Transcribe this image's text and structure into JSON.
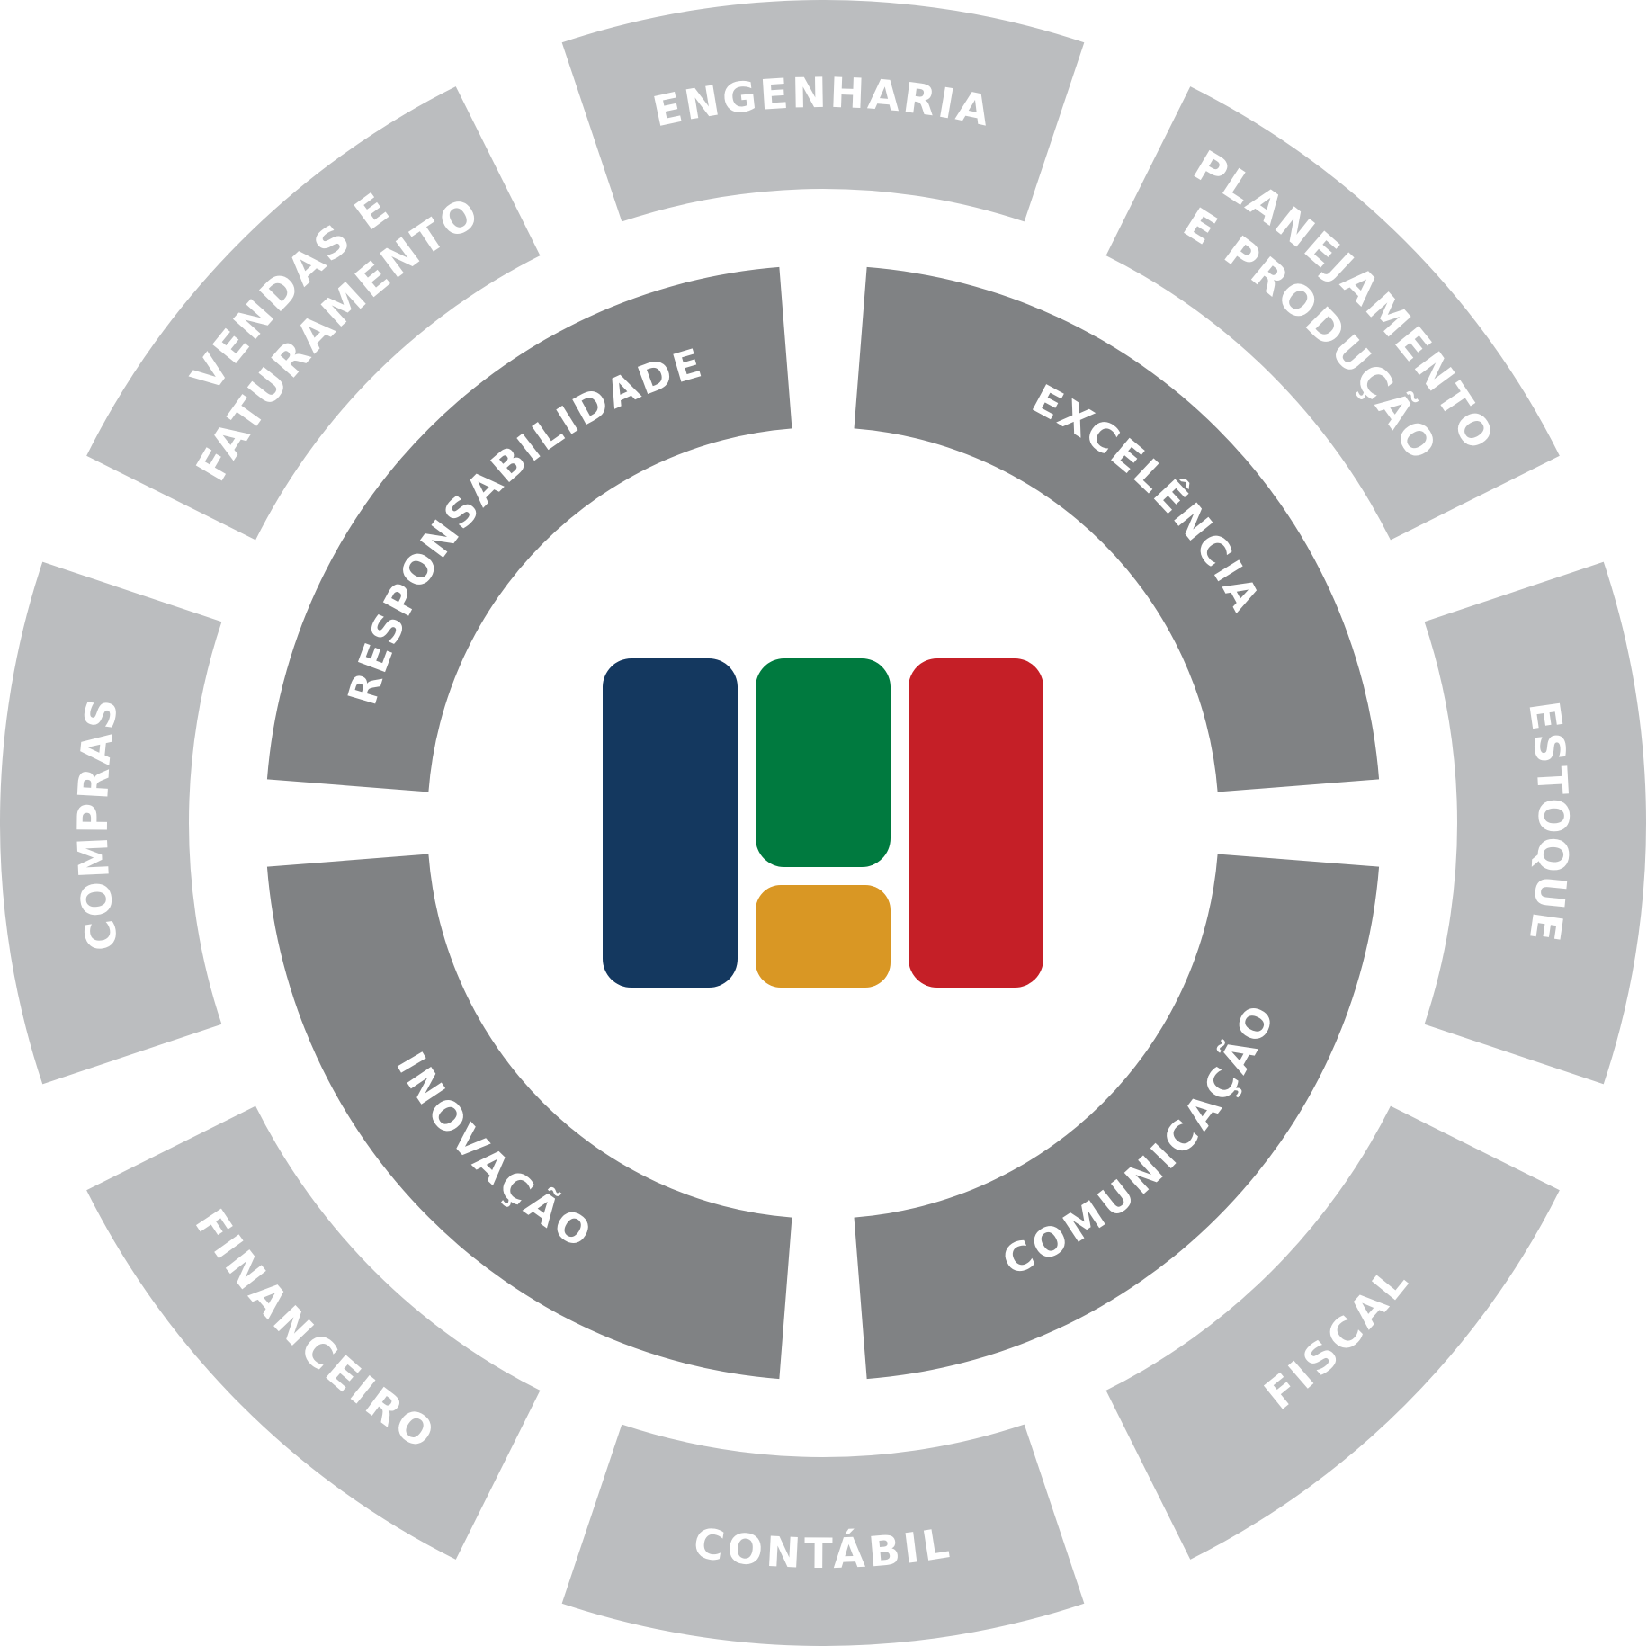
{
  "colors": {
    "outer_ring": "#bbbdbf",
    "inner_ring": "#808284",
    "text": "#ffffff",
    "logo_blue": "#14385f",
    "logo_green": "#007a3f",
    "logo_yellow": "#d99724",
    "logo_red": "#c51f27"
  },
  "outer_ring": [
    {
      "lines": [
        "ENGENHARIA"
      ]
    },
    {
      "lines": [
        "PLANEJAMENTO",
        "E PRODUÇÃO"
      ]
    },
    {
      "lines": [
        "ESTOQUE"
      ]
    },
    {
      "lines": [
        "FISCAL"
      ]
    },
    {
      "lines": [
        "CONTÁBIL"
      ]
    },
    {
      "lines": [
        "FINANCEIRO"
      ]
    },
    {
      "lines": [
        "COMPRAS"
      ]
    },
    {
      "lines": [
        "VENDAS E",
        "FATURAMENTO"
      ]
    }
  ],
  "inner_ring": [
    {
      "label": "EXCELÊNCIA"
    },
    {
      "label": "COMUNICAÇÃO"
    },
    {
      "label": "INOVAÇÃO"
    },
    {
      "label": "RESPONSABILIDADE"
    }
  ],
  "logo": {
    "blocks": [
      {
        "name": "logo-blue-block",
        "color_key": "logo_blue"
      },
      {
        "name": "logo-green-block",
        "color_key": "logo_green"
      },
      {
        "name": "logo-yellow-block",
        "color_key": "logo_yellow"
      },
      {
        "name": "logo-red-block",
        "color_key": "logo_red"
      }
    ]
  }
}
